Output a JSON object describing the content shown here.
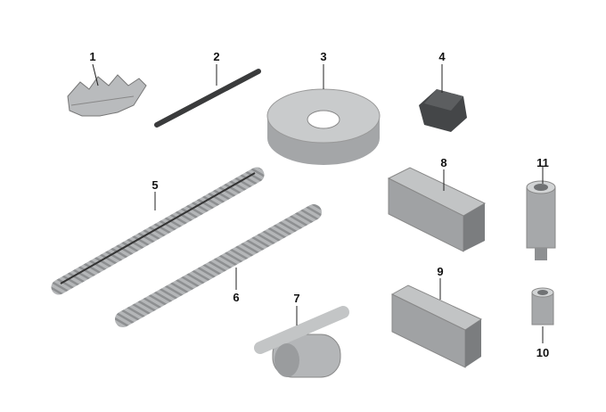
{
  "parts": [
    {
      "number": "1",
      "name": "terminal-clip"
    },
    {
      "number": "2",
      "name": "cable-rod"
    },
    {
      "number": "3",
      "name": "tape-roll"
    },
    {
      "number": "4",
      "name": "connector-block"
    },
    {
      "number": "5",
      "name": "corrugated-tube-slit"
    },
    {
      "number": "6",
      "name": "corrugated-tube"
    },
    {
      "number": "7",
      "name": "cable-holder"
    },
    {
      "number": "8",
      "name": "junction-box-large"
    },
    {
      "number": "9",
      "name": "junction-box-small"
    },
    {
      "number": "10",
      "name": "short-sleeve"
    },
    {
      "number": "11",
      "name": "long-sleeve"
    }
  ],
  "colors": {
    "part": "#a9abad",
    "part_dark": "#6e7072",
    "part_light": "#d3d5d6",
    "label": "#111111"
  }
}
